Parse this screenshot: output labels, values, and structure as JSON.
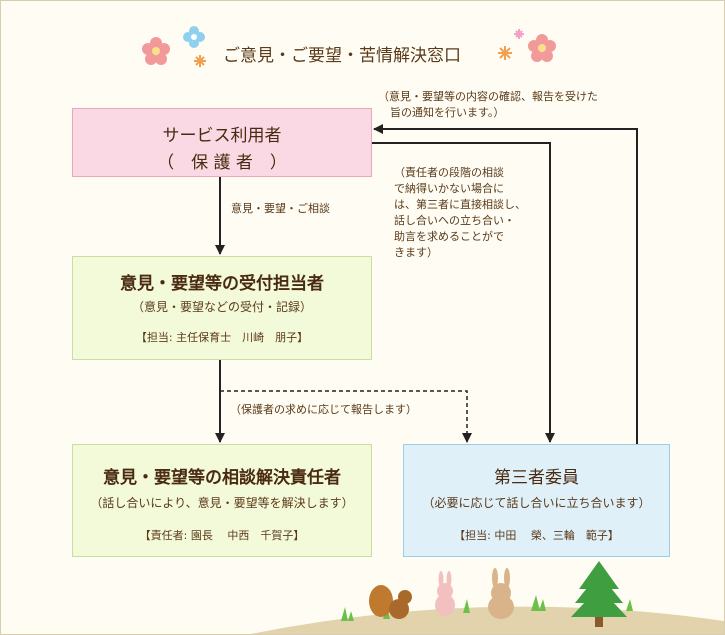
{
  "title": "ご意見・ご要望・苦情解決窓口",
  "boxes": {
    "user": {
      "line1": "サービス利用者",
      "line2": "（　保 護 者　）"
    },
    "receiver": {
      "title": "意見・要望等の受付担当者",
      "sub": "（意見・要望などの受付・記録）",
      "person": "【担当: 主任保育士　川崎　朋子】"
    },
    "responsible": {
      "title": "意見・要望等の相談解決責任者",
      "sub": "（話し合いにより、意見・要望等を解決します）",
      "person": "【責任者: 園長　 中西　千賀子】"
    },
    "third": {
      "title": "第三者委員",
      "sub": "（必要に応じて話し合いに立ち合います）",
      "person": "【担当: 中田　 榮、三輪　範子】"
    }
  },
  "notes": {
    "consult": "意見・要望・ご相談",
    "report": "（保護者の求めに応じて報告します）",
    "notify1": "（意見・要望等の内容の確認、報告を受けた",
    "notify2": "旨の通知を行います。）",
    "direct": [
      "（責任者の段階の相談",
      "で納得いかない場合に",
      "は、第三者に直接相談し、",
      "話し合いへの立ち合い・",
      "助言を求めることがで",
      "きます）"
    ]
  },
  "colors": {
    "user_box": "#fbd9e4",
    "green_box": "#f3fad9",
    "blue_box": "#dff0f8",
    "arrow": "#222222",
    "ground": "#d8c8a0"
  }
}
